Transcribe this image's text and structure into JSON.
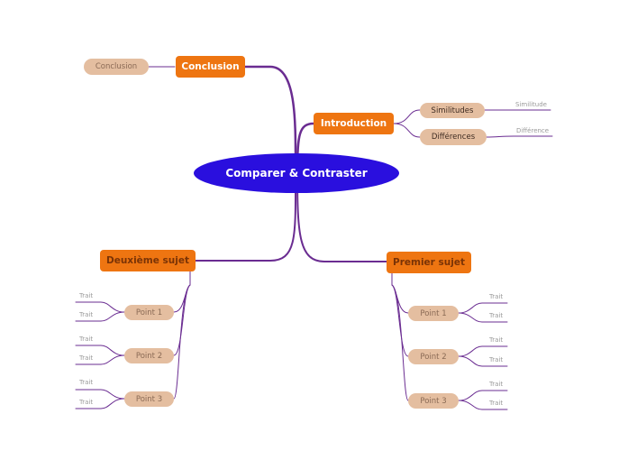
{
  "central": {
    "label": "Comparer & Contraster"
  },
  "main_topics": {
    "conclusion": {
      "label": "Conclusion"
    },
    "introduction": {
      "label": "Introduction"
    },
    "deuxieme": {
      "label": "Deuxième sujet"
    },
    "premier": {
      "label": "Premier sujet"
    }
  },
  "conclusion_children": {
    "conclusion": "Conclusion"
  },
  "introduction_children": {
    "similitudes": {
      "label": "Similitudes",
      "leaf": "Similitude"
    },
    "differences": {
      "label": "Différences",
      "leaf": "Différence"
    }
  },
  "deuxieme_children": [
    {
      "label": "Point 1",
      "traits": [
        "Trait",
        "Trait"
      ]
    },
    {
      "label": "Point 2",
      "traits": [
        "Trait",
        "Trait"
      ]
    },
    {
      "label": "Point 3",
      "traits": [
        "Trait",
        "Trait"
      ]
    }
  ],
  "premier_children": [
    {
      "label": "Point 1",
      "traits": [
        "Trait",
        "Trait"
      ]
    },
    {
      "label": "Point 2",
      "traits": [
        "Trait",
        "Trait"
      ]
    },
    {
      "label": "Point 3",
      "traits": [
        "Trait",
        "Trait"
      ]
    }
  ],
  "colors": {
    "central": "#2a0fde",
    "main_topic": "#ee7511",
    "subtopic": "#e4bea0",
    "branch": "#6a2c91"
  }
}
